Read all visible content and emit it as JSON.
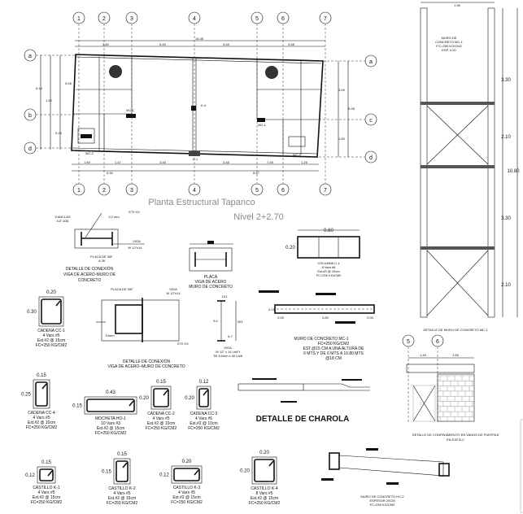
{
  "plan": {
    "title": "Planta Estructural Tapanco",
    "level": "Nivel 2+2.70",
    "cols": [
      "1",
      "2",
      "3",
      "4",
      "5",
      "6",
      "7"
    ],
    "rows_left": [
      "a",
      "b",
      "d"
    ],
    "rows_right": [
      "a",
      "c",
      "d"
    ],
    "dims_top": [
      "15.45",
      "3.80",
      "5.45",
      "5.45",
      "3.58"
    ],
    "dims_bottom": [
      "1.80",
      "1.47",
      "3.45",
      "3.45",
      "1.45",
      "1.25"
    ],
    "dims_bottom_total": [
      "6.30",
      "8.47"
    ],
    "dims_left": [
      "5.16",
      "1.90",
      "5.26",
      "5.08"
    ],
    "dims_right": [
      "3.09",
      "1.80",
      "5.28"
    ],
    "labels": [
      "MC-1",
      "MC-1",
      "MC-2",
      "MC-2",
      "C-1",
      "K-4"
    ]
  },
  "conn1": {
    "anclas": "5 ANCLAS",
    "anclas_spec": "1/2\" A36",
    "weld": "E70 XX",
    "weld_size": "3.2 mm",
    "viga": "VIGA",
    "viga_spec": "W 12\"x14",
    "placa": "PLACA DE 3/8\"",
    "placa_spec": "A 36",
    "caption": [
      "DETALLE DE CONEXIÓN",
      "VIGA DE ACERO-MURO DE",
      "CONCRETO"
    ]
  },
  "placa": {
    "caption": [
      "PLACA",
      "VIGA DE ACERO",
      "MURO DE CONCRETO"
    ]
  },
  "columna": {
    "width": "0.60",
    "height": "0.20",
    "caption": [
      "COLUMNA C-1",
      "8 Vars #6",
      "Est.#3 @ 10cm",
      "FC=250 KG/CM2"
    ]
  },
  "cc1": {
    "width": "0.20",
    "height": "0.30",
    "caption": [
      "CADENA CC-1",
      "4 Vars #5",
      "Est.#2 @ 15cm",
      "FC=250 KG/CM2"
    ]
  },
  "conn2": {
    "placa": "PLACA DE 3/8\"",
    "viga": "VIGA",
    "viga_spec": "W 12\"x14",
    "dim": "13mm",
    "weld": "E70 XX",
    "caption": [
      "DETALLE DE CONEXIÓN",
      "VIGA DE ACERO–MURO DE CONCRETO"
    ]
  },
  "viga": {
    "dims": [
      "5.0",
      "303",
      "6.7",
      "101"
    ],
    "caption": [
      "VIGA",
      "W 12\" x 14 Lb/Ft",
      "TB 3.6mm x 40 Lb/ft"
    ]
  },
  "mc1": {
    "dims": [
      "0.15",
      "0.05",
      "0.80",
      "0.05"
    ],
    "caption": [
      "MURO DE CONCRETO MC-1",
      "FC=250 KG/CM2",
      "EST.@15 CM A UNA ALTURA DE",
      "6 MTS Y DE 6 MTS A 10.80 MTS",
      "@18 CM"
    ]
  },
  "cc4": {
    "width": "0.15",
    "height": "0.25",
    "caption": [
      "CADENA CC-4",
      "4 Vars #5",
      "Est.#2 @ 10cm",
      "FC=250 KG/CM2"
    ]
  },
  "ho1": {
    "width": "0.43",
    "height": "0.15",
    "caption": [
      "MOCHETA HO-1",
      "10 Vars #3",
      "Est.#2 @ 15cm",
      "FC=250 KG/CM2"
    ]
  },
  "cc2": {
    "width": "0.15",
    "height": "0.20",
    "caption": [
      "CADENA CC-2",
      "4 Vars #5",
      "Est.#2 @ 10cm",
      "FC=250 KG/CM2"
    ]
  },
  "cc3": {
    "width": "0.12",
    "height": "0.20",
    "caption": [
      "CADENA CC-3",
      "4 Vars #5",
      "Est.#2 @ 10cm",
      "FC=250 KG/CM2"
    ]
  },
  "charola": {
    "title": "DETALLE DE CHAROLA"
  },
  "k1": {
    "width": "0.15",
    "height": "0.12",
    "caption": [
      "CASTILLO K-1",
      "4 Vars #5",
      "Est.#2 @ 15cm",
      "FC=250 KG/CM2"
    ]
  },
  "k2": {
    "width": "0.15",
    "height": "0.15",
    "caption": [
      "CASTILLO K-2",
      "4 Vars #5",
      "Est.#2 @ 15cm",
      "FC=250 KG/CM2"
    ]
  },
  "k3": {
    "width": "0.20",
    "height": "0.12",
    "caption": [
      "CASTILLO K-3",
      "4 Vars #5",
      "Est.#2 @ 15cm",
      "FC=250 KG/CM2"
    ]
  },
  "k4": {
    "width": "0.20",
    "height": "0.20",
    "caption": [
      "CASTILLO K-4",
      "8 Vars #5",
      "Est.#2 @ 15cm",
      "FC=250 KG/CM2"
    ]
  },
  "hc2": {
    "caption": [
      "MURO DE CONCRETO HC-2",
      "ESPESOR 20CM",
      "FC=250 KG/CM2"
    ]
  },
  "confin": {
    "axes": [
      "5",
      "6"
    ],
    "dims": [
      "1.45",
      "1.65"
    ],
    "caption": [
      "DETALLE DE CONFINAMIENTO EN VANOS DE PUERTAS",
      "EN EJE B-C"
    ]
  },
  "elev": {
    "width": "1.96",
    "dims": [
      "3.30",
      "2.10",
      "3.30",
      "2.10"
    ],
    "total": "10.80",
    "caption": "DETALLE DE MURO DE CONCRETO MC-1",
    "wall_label": [
      "MURO DE",
      "CONCRETO MC-1",
      "F'C=250 KG/CM2",
      "ESP. 0.20"
    ]
  }
}
